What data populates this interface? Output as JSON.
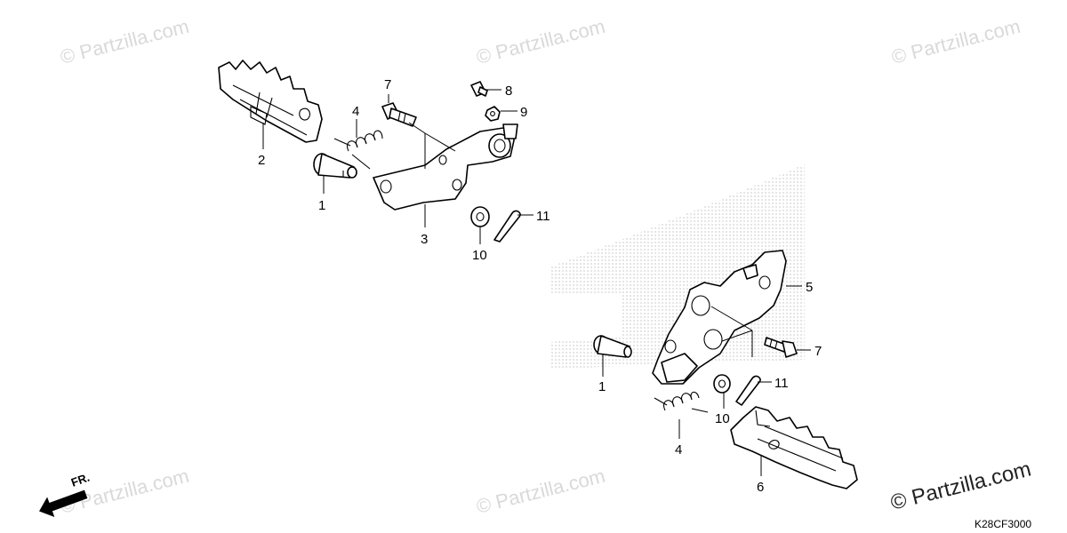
{
  "watermark_text": "© Partzilla.com",
  "diagram_code": "K28CF3000",
  "front_indicator": "FR.",
  "callouts_upper": {
    "c1": "1",
    "c2": "2",
    "c3": "3",
    "c4": "4",
    "c7": "7",
    "c8": "8",
    "c9": "9",
    "c10": "10",
    "c11": "11"
  },
  "callouts_lower": {
    "c1": "1",
    "c4": "4",
    "c5": "5",
    "c6": "6",
    "c7": "7",
    "c10": "10",
    "c11": "11"
  }
}
